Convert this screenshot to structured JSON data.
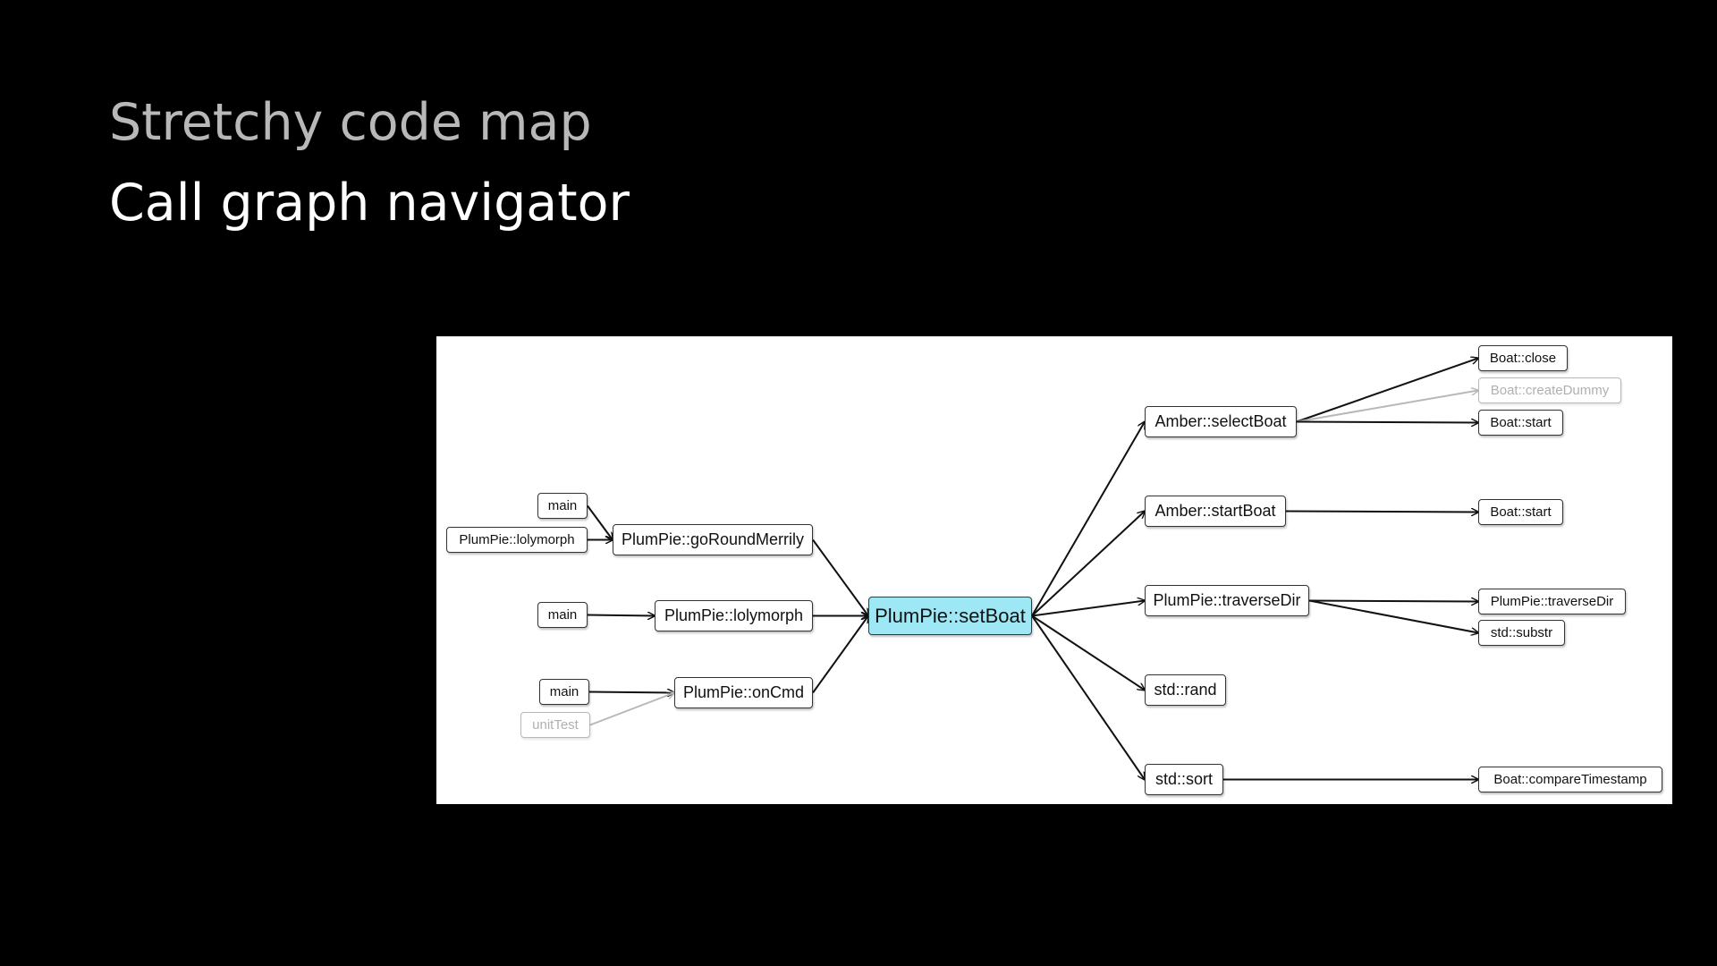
{
  "slide": {
    "subtitle": "Stretchy code map",
    "title": "Call graph navigator"
  },
  "colors": {
    "background": "#000000",
    "subtitle": "#b8b8b8",
    "title": "#ffffff",
    "panel": "#ffffff",
    "focus_node": "#9ee8f6",
    "edge": "#111111",
    "dim_edge": "#b8b8b8"
  },
  "graph": {
    "focus": "PlumPie::setBoat",
    "nodes": {
      "setBoat": "PlumPie::setBoat",
      "goRoundMerrily": "PlumPie::goRoundMerrily",
      "lolymorph": "PlumPie::lolymorph",
      "onCmd": "PlumPie::onCmd",
      "caller_main_1": "main",
      "caller_lolymorph": "PlumPie::lolymorph",
      "caller_main_2": "main",
      "caller_main_3": "main",
      "caller_unitTest": "unitTest",
      "selectBoat": "Amber::selectBoat",
      "startBoat": "Amber::startBoat",
      "traverseDir": "PlumPie::traverseDir",
      "rand": "std::rand",
      "sort": "std::sort",
      "boat_close": "Boat::close",
      "boat_createDummy": "Boat::createDummy",
      "boat_start_1": "Boat::start",
      "boat_start_2": "Boat::start",
      "callee_traverseDir": "PlumPie::traverseDir",
      "std_substr": "std::substr",
      "boat_compareTimestamp": "Boat::compareTimestamp"
    },
    "edges": [
      {
        "from": "caller_main_1",
        "to": "goRoundMerrily",
        "dim": false
      },
      {
        "from": "caller_lolymorph",
        "to": "goRoundMerrily",
        "dim": false
      },
      {
        "from": "caller_main_2",
        "to": "lolymorph",
        "dim": false
      },
      {
        "from": "caller_main_3",
        "to": "onCmd",
        "dim": false
      },
      {
        "from": "caller_unitTest",
        "to": "onCmd",
        "dim": true
      },
      {
        "from": "goRoundMerrily",
        "to": "setBoat",
        "dim": false
      },
      {
        "from": "lolymorph",
        "to": "setBoat",
        "dim": false
      },
      {
        "from": "onCmd",
        "to": "setBoat",
        "dim": false
      },
      {
        "from": "setBoat",
        "to": "selectBoat",
        "dim": false
      },
      {
        "from": "setBoat",
        "to": "startBoat",
        "dim": false
      },
      {
        "from": "setBoat",
        "to": "traverseDir",
        "dim": false
      },
      {
        "from": "setBoat",
        "to": "rand",
        "dim": false
      },
      {
        "from": "setBoat",
        "to": "sort",
        "dim": false
      },
      {
        "from": "selectBoat",
        "to": "boat_close",
        "dim": false
      },
      {
        "from": "selectBoat",
        "to": "boat_createDummy",
        "dim": true
      },
      {
        "from": "selectBoat",
        "to": "boat_start_1",
        "dim": false
      },
      {
        "from": "startBoat",
        "to": "boat_start_2",
        "dim": false
      },
      {
        "from": "traverseDir",
        "to": "callee_traverseDir",
        "dim": false
      },
      {
        "from": "traverseDir",
        "to": "std_substr",
        "dim": false
      },
      {
        "from": "sort",
        "to": "boat_compareTimestamp",
        "dim": false
      }
    ]
  }
}
